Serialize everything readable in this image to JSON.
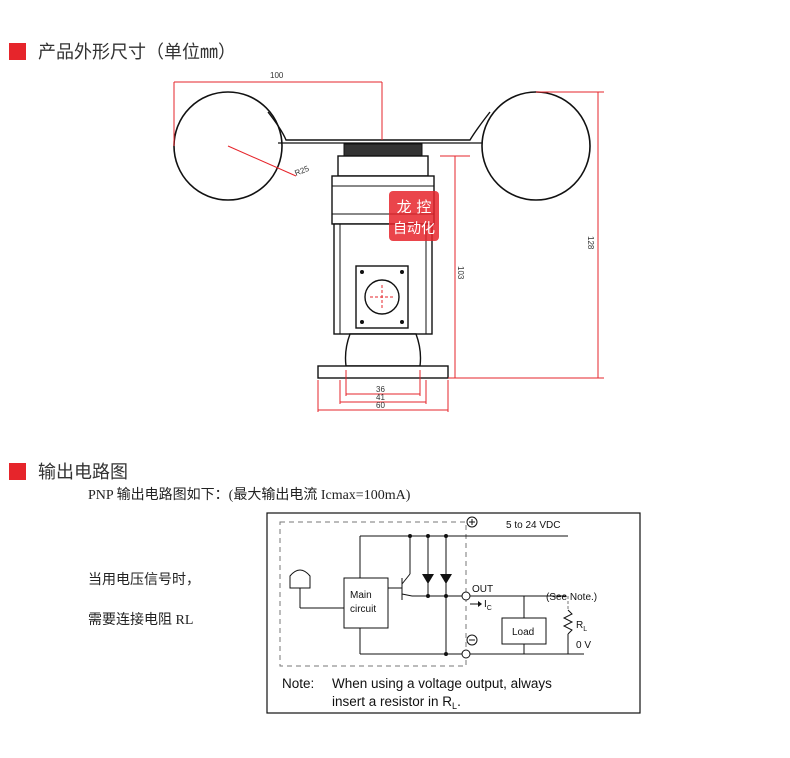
{
  "accent_color": "#e6252b",
  "sections": {
    "dimensions": {
      "title": "产品外形尺寸（单位㎜）"
    },
    "circuit": {
      "title": "输出电路图"
    }
  },
  "dimension_labels": {
    "d100": "100",
    "r25": "R25",
    "d103": "103",
    "d128": "128",
    "d36": "36",
    "d41": "41",
    "d60": "60"
  },
  "watermark": {
    "line1": "龙 控",
    "line2": "自动化"
  },
  "circuit_intro": "PNP 输出电路图如下：(最大输出电流 Icmax=100mA)",
  "notes": {
    "voltage_use": "当用电压信号时，",
    "resistor": "需要连接电阻 RL"
  },
  "circuit": {
    "supply": "5 to 24 VDC",
    "main_circuit_1": "Main",
    "main_circuit_2": "circuit",
    "out": "OUT",
    "ic": "I",
    "ic_sub": "C",
    "see_note": "(See Note.)",
    "load": "Load",
    "rl": "R",
    "rl_sub": "L",
    "zero_v": "0 V",
    "note_label": "Note:",
    "note_line1": "When using a voltage output, always",
    "note_line2": "insert a resistor in R",
    "note_line2_sub": "L",
    "note_line2_end": "."
  }
}
